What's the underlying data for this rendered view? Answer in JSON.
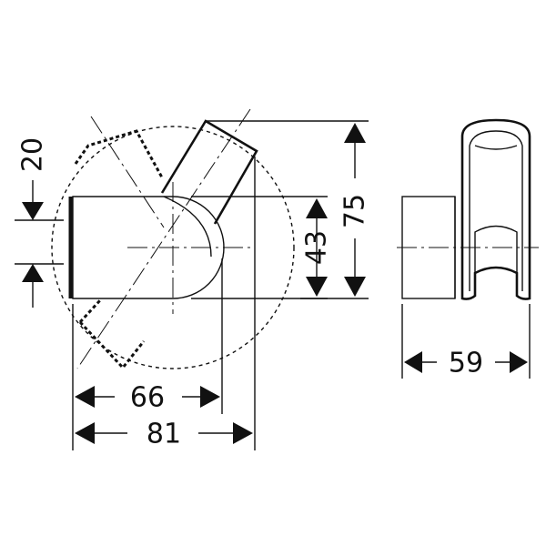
{
  "dimensions": {
    "d20": "20",
    "d43": "43",
    "d75": "75",
    "d66": "66",
    "d81": "81",
    "d59": "59"
  }
}
